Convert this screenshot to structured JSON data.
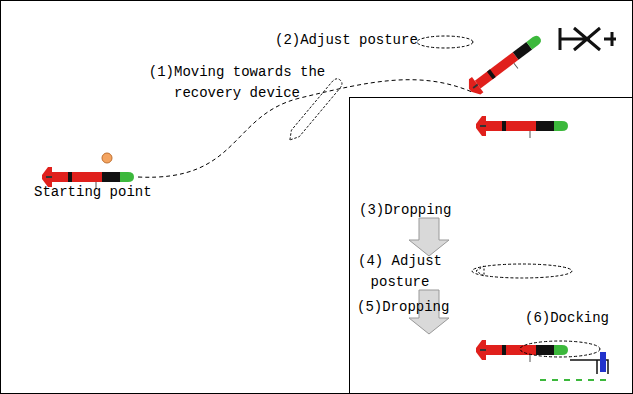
{
  "diagram": {
    "nodes": [
      {
        "text": [
          "(3)Dropping",
          "(4) Adjust posture",
          "(5)Dropping",
          "(6)Docking"
        ]
      }
    ],
    "labels": [
      "(2)Adjust posture",
      "(1)Moving towards the recovery device",
      "Starting point"
    ]
  }
}
